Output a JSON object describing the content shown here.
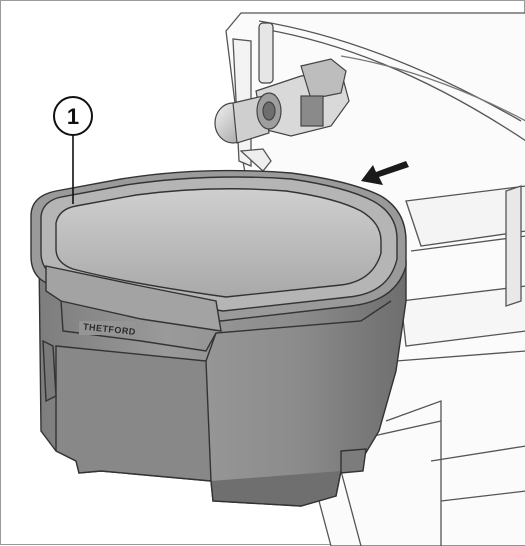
{
  "callout": {
    "number": "1"
  },
  "brand": {
    "text": "THETFORD"
  },
  "arrow": {
    "direction": "insertion"
  }
}
